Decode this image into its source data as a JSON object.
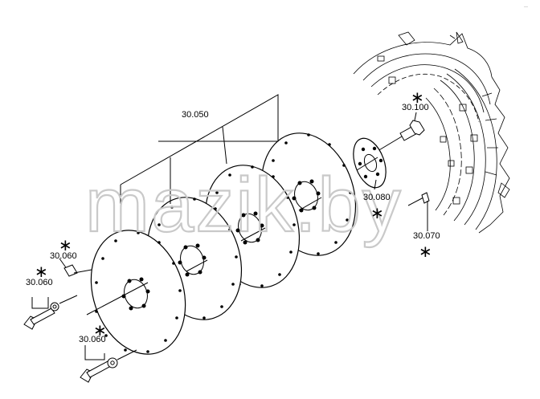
{
  "drawing": {
    "corner_mark": "—",
    "watermark": "mazik.by",
    "callouts": {
      "disk_group": "30.050",
      "bolt_top": "30.100",
      "plate": "30.080",
      "pin": "30.070",
      "screw_upper": "30.060",
      "screw_middle": "30.060",
      "screw_lower": "30.060"
    },
    "star_symbol": "∗"
  }
}
